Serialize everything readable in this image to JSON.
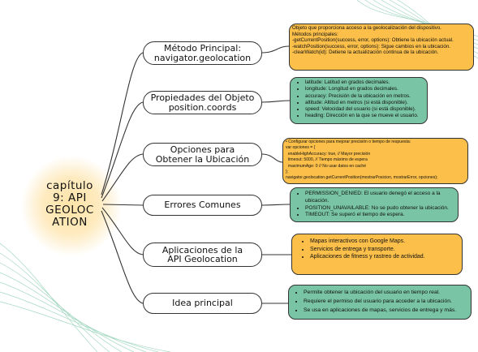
{
  "central_topic": "capítulo 9: API GEOLOCATION",
  "central_lines": [
    "capítulo",
    "9: API",
    "GEOLOC",
    "ATION"
  ],
  "colors": {
    "orange": "#fbbf4a",
    "green": "#78c4a4",
    "glow": "#fde3a8",
    "lines": "#333333"
  },
  "sections": [
    {
      "title": "Método Principal: navigator.geolocation",
      "title_lines": [
        "Método Principal:",
        "navigator.geolocation"
      ],
      "style": "orange",
      "detail_lines": [
        "Objeto que proporciona acceso a la geolocalización del dispositivo.",
        "Métodos principales:",
        "-getCurrentPosition(success, error, options): Obtiene la ubicación actual.",
        "-watchPosition(success, error, options): Sigue cambios en la ubicación.",
        "-clearWatch(id): Detiene la actualización continua de la ubicación."
      ]
    },
    {
      "title": "Propiedades del Objeto position.coords",
      "title_lines": [
        "Propiedades del Objeto",
        "position.coords"
      ],
      "style": "green",
      "detail_items": [
        "latitude: Latitud en grados decimales.",
        "longitude: Longitud en grados decimales.",
        "accuracy: Precisión de la ubicación en metros.",
        "altitude: Altitud en metros (si está disponible).",
        "speed: Velocidad del usuario (si está disponible).",
        "heading: Dirección en la que se mueve el usuario."
      ]
    },
    {
      "title": "Opciones para Obtener la Ubicación",
      "title_lines": [
        "Opciones para",
        "Obtener la Ubicación"
      ],
      "style": "orange",
      "detail_lines": [
        "• Configurar opciones para mejorar precisión o tiempo de respuesta:",
        "var opciones = {",
        "  enableHighAccuracy: true, // Mayor precisión",
        "  timeout: 5000, // Tiempo máximo de espera",
        "  maximumAge: 0 // No usar datos en caché",
        "};",
        "navigator.geolocation.getCurrentPosition(mostrarPosicion, mostrarError, opciones);"
      ]
    },
    {
      "title": "Errores Comunes",
      "title_lines": [
        "Errores Comunes"
      ],
      "style": "green",
      "detail_items": [
        "PERMISSION_DENIED: El usuario denegó el acceso a la ubicación.",
        "POSITION_UNAVAILABLE: No se pudo obtener la ubicación.",
        "TIMEOUT: Se superó el tiempo de espera."
      ]
    },
    {
      "title": "Aplicaciones de la API Geolocation",
      "title_lines": [
        "Aplicaciones de la",
        "API Geolocation"
      ],
      "style": "orange",
      "detail_items": [
        "Mapas interactivos con Google Maps.",
        "Servicios de entrega y transporte.",
        "Aplicaciones de fitness y rastreo de actividad."
      ]
    },
    {
      "title": "Idea principal",
      "title_lines": [
        "Idea principal"
      ],
      "style": "green",
      "detail_items": [
        "Permite obtener la ubicación del usuario en tiempo real.",
        "Requiere el permiso del usuario para acceder a la ubicación.",
        "Se usa en aplicaciones de mapas, servicios de entrega y más."
      ]
    }
  ]
}
